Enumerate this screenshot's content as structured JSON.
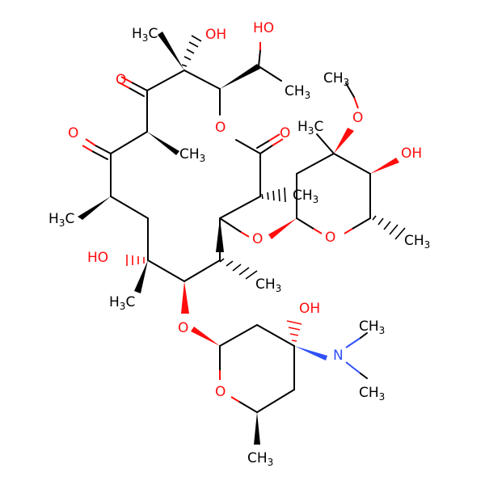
{
  "colors": {
    "carbon": "#000000",
    "oxygen": "#ff0d0d",
    "nitrogen": "#3050f8",
    "background": "#ffffff"
  },
  "labels": {
    "h3c_top": "H3C",
    "oh_top": "OH",
    "oh_hydroxyethyl": "HO",
    "ketone_o_upper": "O",
    "ketone_o_lower": "O",
    "ch3_upper_mid": "CH3",
    "ring_o_lactone": "O",
    "carbonyl_o_lactone": "O",
    "ch3_ethyl": "CH3",
    "h3c_left": "H3C",
    "ho_left": "HO",
    "h3c_lower_left": "H3C",
    "ch3_mid": "CH3",
    "ch3_bridge": "CH3",
    "o_glyco_right": "O",
    "o_ring_cladinose": "O",
    "h3c_cladinose": "H3C",
    "ome_o": "O",
    "ome_me": "CH3",
    "oh_cladinose": "OH",
    "ch3_cladinose": "CH3",
    "o_glyco_left": "O",
    "o_ring_desosamine": "O",
    "oh_desosamine": "OH",
    "n_amine": "N",
    "n_me_top": "CH3",
    "n_me_bottom": "CH3",
    "ch3_bottom": "CH3"
  }
}
